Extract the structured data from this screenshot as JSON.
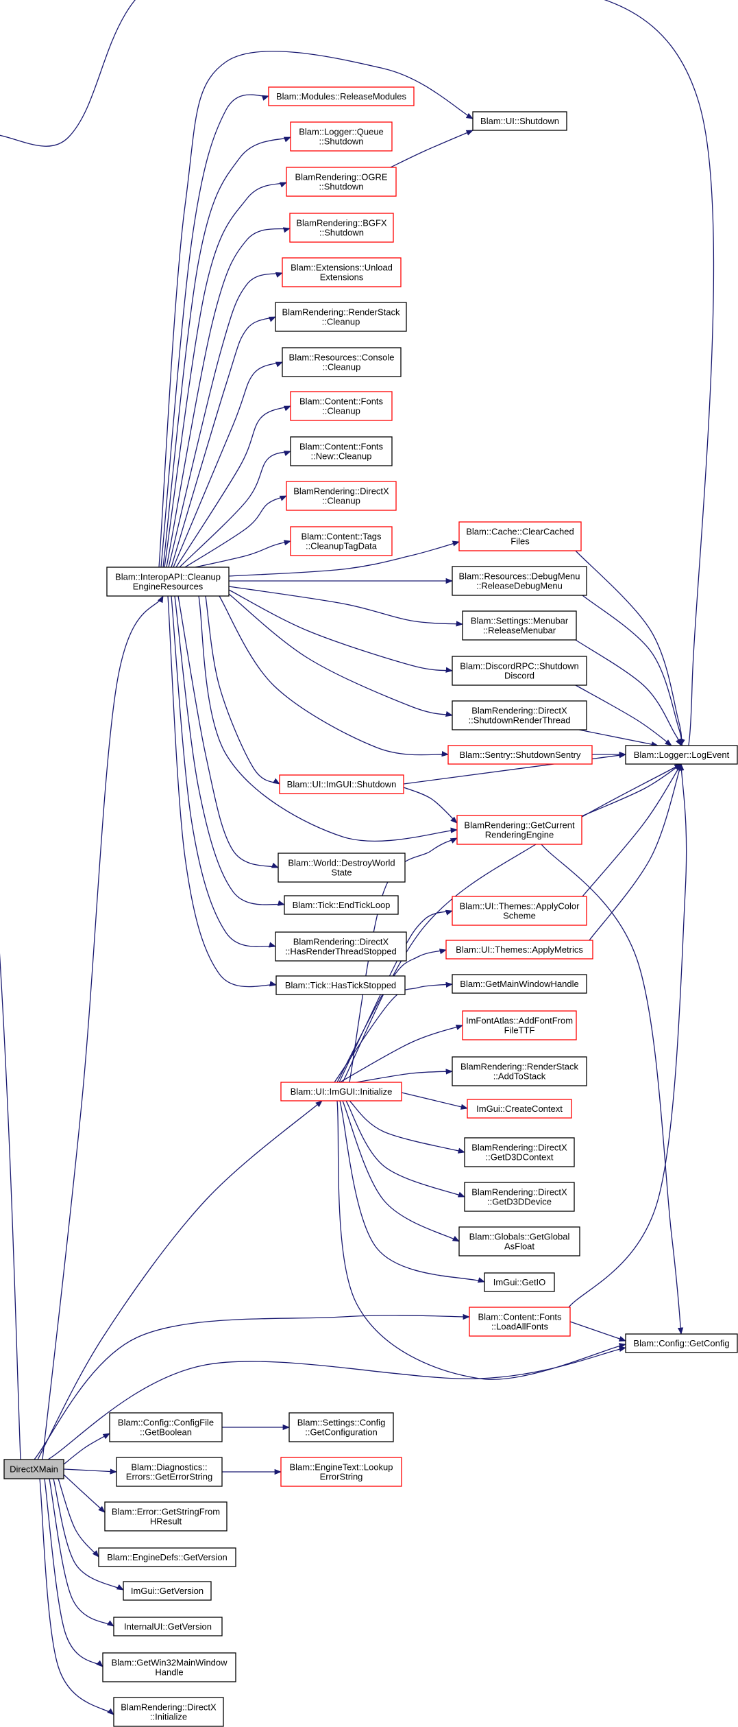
{
  "colors": {
    "edge": "#191970",
    "node_border_default": "#000000",
    "node_border_red": "#ff0000",
    "root_fill": "#bfbfbf",
    "node_fill": "#ffffff"
  },
  "nodes": {
    "directx_main": [
      "DirectXMain"
    ],
    "cleanup": [
      "Blam::InteropAPI::Cleanup",
      "EngineResources"
    ],
    "release_modules": [
      "Blam::Modules::ReleaseModules"
    ],
    "logger_queue_shutdown": [
      "Blam::Logger::Queue",
      "::Shutdown"
    ],
    "ogre_shutdown": [
      "BlamRendering::OGRE",
      "::Shutdown"
    ],
    "bgfx_shutdown": [
      "BlamRendering::BGFX",
      "::Shutdown"
    ],
    "unload_extensions": [
      "Blam::Extensions::Unload",
      "Extensions"
    ],
    "renderstack_cleanup": [
      "BlamRendering::RenderStack",
      "::Cleanup"
    ],
    "console_cleanup": [
      "Blam::Resources::Console",
      "::Cleanup"
    ],
    "fonts_cleanup": [
      "Blam::Content::Fonts",
      "::Cleanup"
    ],
    "fonts_new_cleanup": [
      "Blam::Content::Fonts",
      "::New::Cleanup"
    ],
    "directx_cleanup": [
      "BlamRendering::DirectX",
      "::Cleanup"
    ],
    "cleanup_tag_data": [
      "Blam::Content::Tags",
      "::CleanupTagData"
    ],
    "ui_shutdown": [
      "Blam::UI::Shutdown"
    ],
    "clear_cached_files": [
      "Blam::Cache::ClearCached",
      "Files"
    ],
    "release_debug_menu": [
      "Blam::Resources::DebugMenu",
      "::ReleaseDebugMenu"
    ],
    "release_menubar": [
      "Blam::Settings::Menubar",
      "::ReleaseMenubar"
    ],
    "shutdown_discord": [
      "Blam::DiscordRPC::Shutdown",
      "Discord"
    ],
    "shutdown_render_thread": [
      "BlamRendering::DirectX",
      "::ShutdownRenderThread"
    ],
    "shutdown_sentry": [
      "Blam::Sentry::ShutdownSentry"
    ],
    "log_event": [
      "Blam::Logger::LogEvent"
    ],
    "imgui_shutdown": [
      "Blam::UI::ImGUI::Shutdown"
    ],
    "get_current_rendering_engine": [
      "BlamRendering::GetCurrent",
      "RenderingEngine"
    ],
    "destroy_world_state": [
      "Blam::World::DestroyWorld",
      "State"
    ],
    "end_tick_loop": [
      "Blam::Tick::EndTickLoop"
    ],
    "has_render_thread_stopped": [
      "BlamRendering::DirectX",
      "::HasRenderThreadStopped"
    ],
    "has_tick_stopped": [
      "Blam::Tick::HasTickStopped"
    ],
    "apply_color_scheme": [
      "Blam::UI::Themes::ApplyColor",
      "Scheme"
    ],
    "apply_metrics": [
      "Blam::UI::Themes::ApplyMetrics"
    ],
    "get_main_window_handle": [
      "Blam::GetMainWindowHandle"
    ],
    "add_font_from_file_ttf": [
      "ImFontAtlas::AddFontFrom",
      "FileTTF"
    ],
    "imgui_initialize": [
      "Blam::UI::ImGUI::Initialize"
    ],
    "add_to_stack": [
      "BlamRendering::RenderStack",
      "::AddToStack"
    ],
    "create_context": [
      "ImGui::CreateContext"
    ],
    "get_d3d_context": [
      "BlamRendering::DirectX",
      "::GetD3DContext"
    ],
    "get_d3d_device": [
      "BlamRendering::DirectX",
      "::GetD3DDevice"
    ],
    "get_global_as_float": [
      "Blam::Globals::GetGlobal",
      "AsFloat"
    ],
    "get_io": [
      "ImGui::GetIO"
    ],
    "load_all_fonts": [
      "Blam::Content::Fonts",
      "::LoadAllFonts"
    ],
    "get_config": [
      "Blam::Config::GetConfig"
    ],
    "config_file_get_boolean": [
      "Blam::Config::ConfigFile",
      "::GetBoolean"
    ],
    "get_configuration": [
      "Blam::Settings::Config",
      "::GetConfiguration"
    ],
    "get_error_string": [
      "Blam::Diagnostics::",
      "Errors::GetErrorString"
    ],
    "lookup_error_string": [
      "Blam::EngineText::Lookup",
      "ErrorString"
    ],
    "get_string_from_hresult": [
      "Blam::Error::GetStringFrom",
      "HResult"
    ],
    "enginedefs_get_version": [
      "Blam::EngineDefs::GetVersion"
    ],
    "imgui_get_version": [
      "ImGui::GetVersion"
    ],
    "internalui_get_version": [
      "InternalUI::GetVersion"
    ],
    "get_win32_main_window_handle": [
      "Blam::GetWin32MainWindow",
      "Handle"
    ],
    "directx_initialize": [
      "BlamRendering::DirectX",
      "::Initialize"
    ]
  }
}
